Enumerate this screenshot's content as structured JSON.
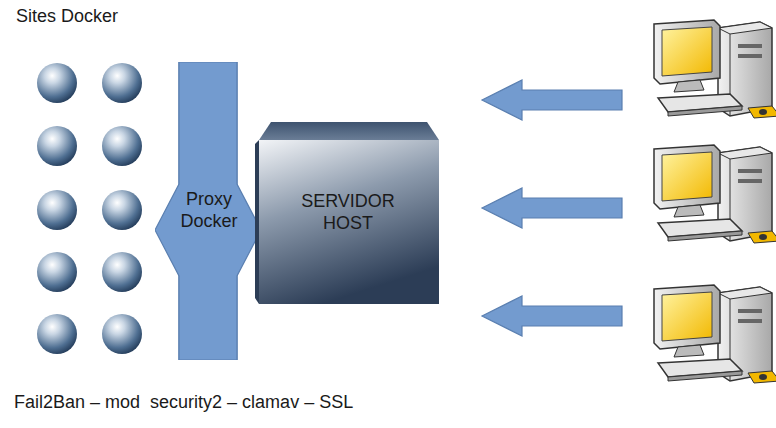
{
  "diagram": {
    "title": "Sites Docker",
    "nodes": [
      {
        "text": [
          "Proxy Docker"
        ]
      },
      {
        "text": [
          "SERVIDOR HOST"
        ]
      }
    ],
    "labels": [
      "Fail2Ban – mod  security2 – clamav – SSL"
    ]
  }
}
